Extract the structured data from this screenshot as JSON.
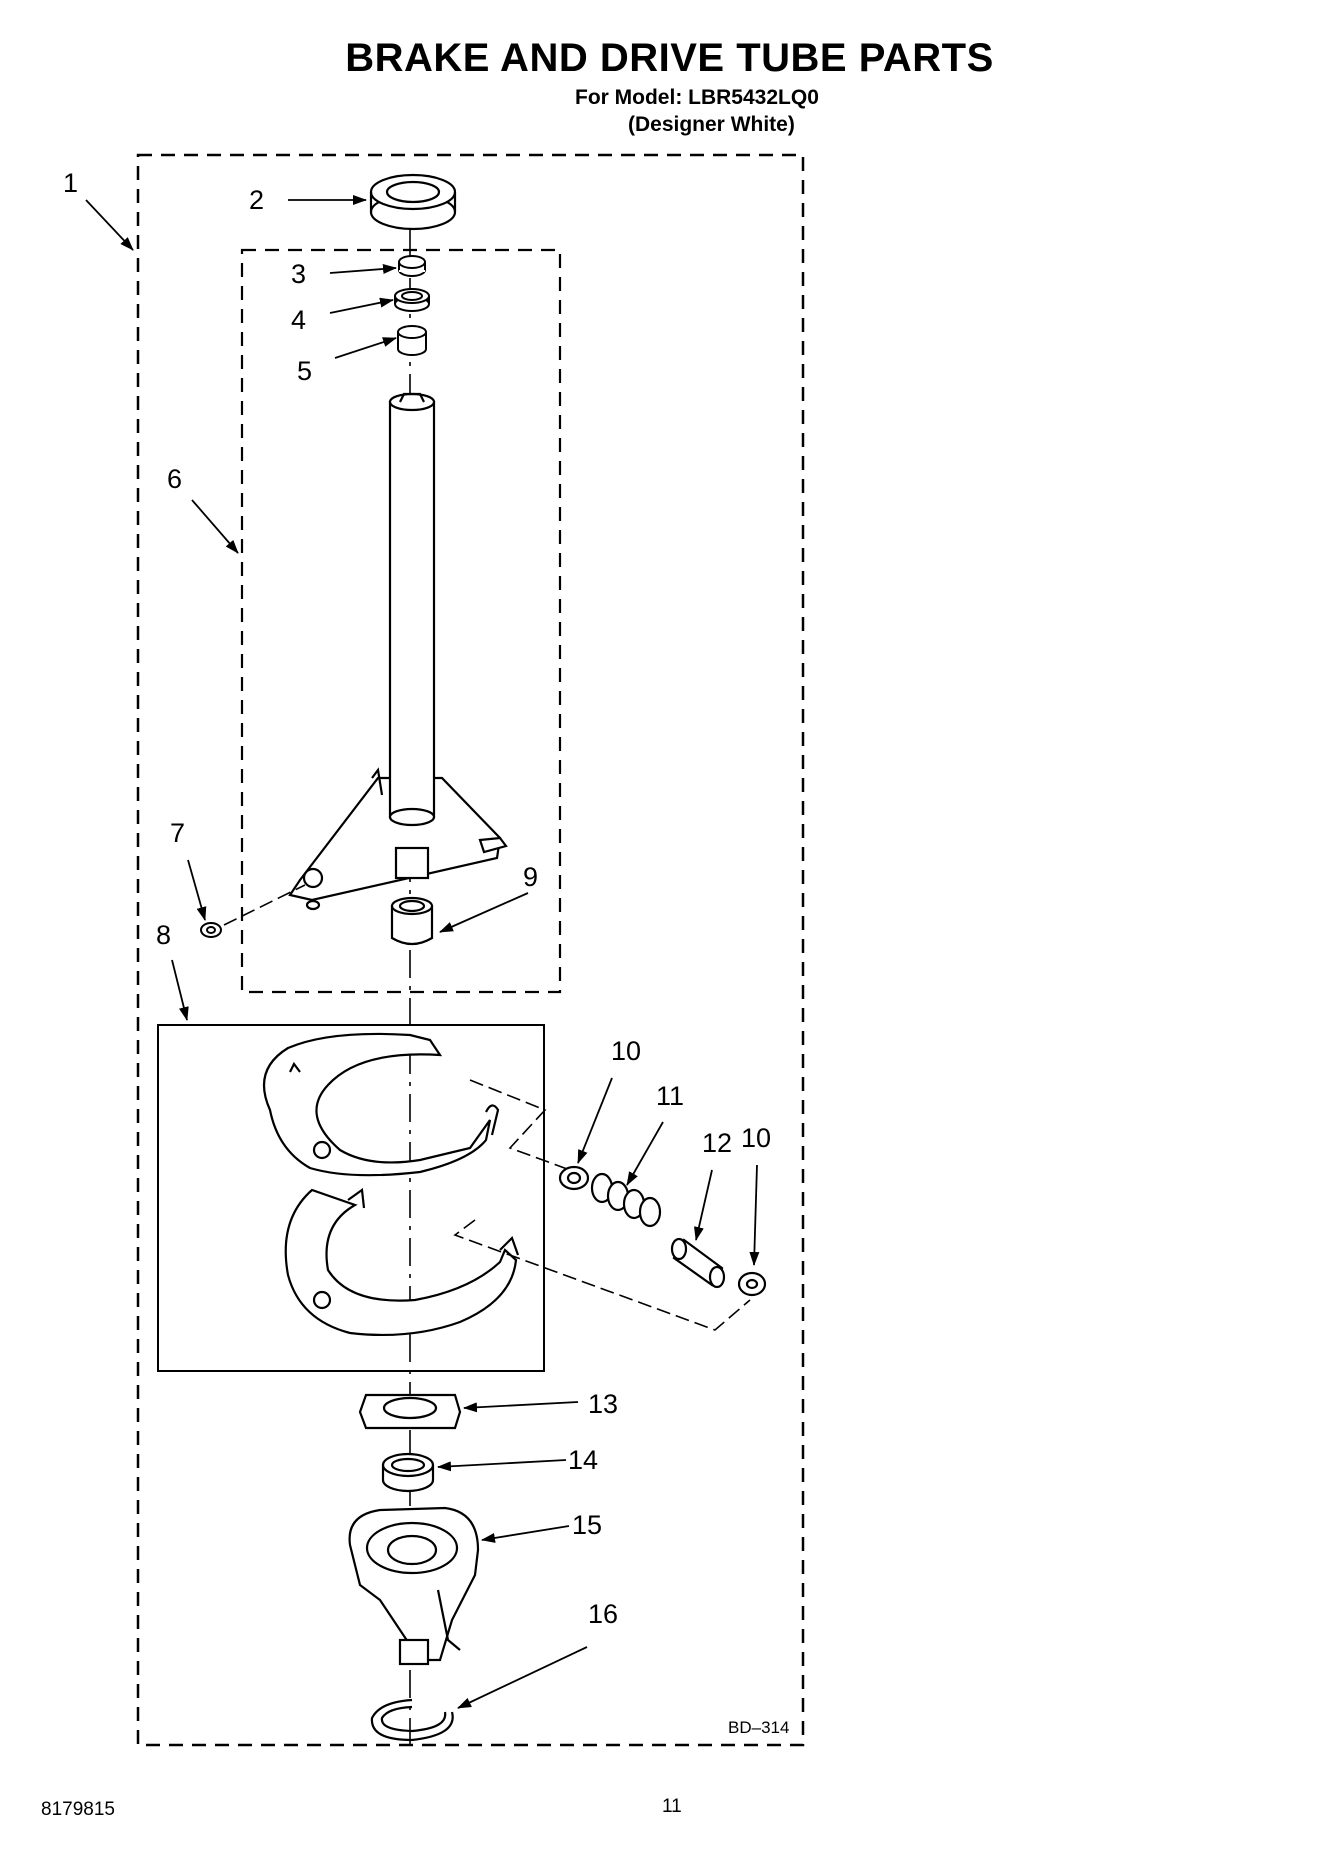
{
  "header": {
    "title": "BRAKE AND DRIVE TUBE PARTS",
    "model_line": "For Model: LBR5432LQ0",
    "color_line": "(Designer White)"
  },
  "callouts": [
    "1",
    "2",
    "3",
    "4",
    "5",
    "6",
    "7",
    "8",
    "9",
    "10",
    "11",
    "12",
    "10",
    "13",
    "14",
    "15",
    "16"
  ],
  "diagram_code": "BD–314",
  "footer": {
    "doc_number": "8179815",
    "page_number": "11"
  }
}
